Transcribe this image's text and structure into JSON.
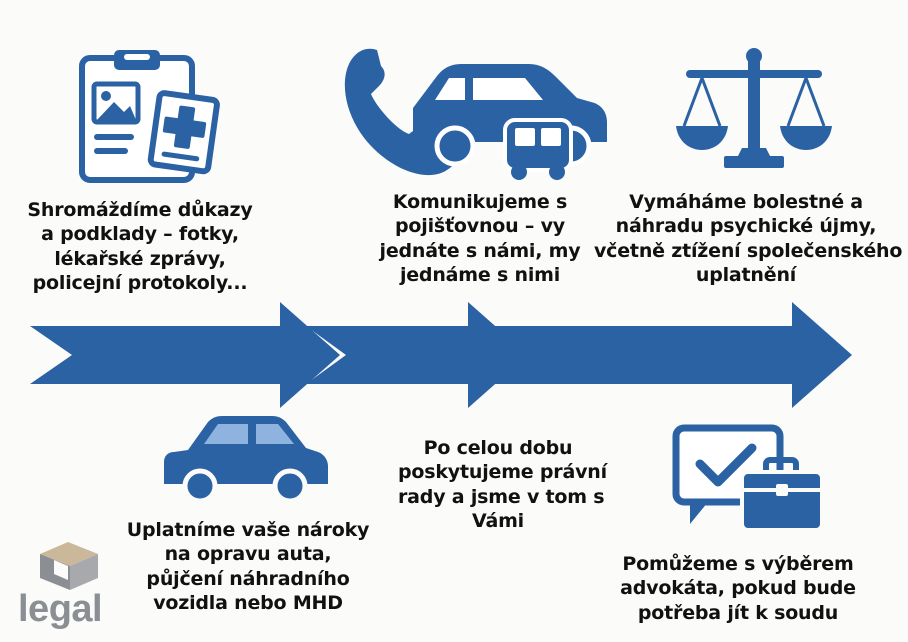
{
  "colors": {
    "primary_blue": "#2b62a4",
    "light_blue": "#5f8fc8",
    "logo_gray": "#8b8f93",
    "logo_tan": "#c8b69a"
  },
  "steps": {
    "evidence": {
      "icon": "clipboard-medical-icon",
      "lines": [
        "Shromáždíme důkazy",
        "a podklady – fotky,",
        "lékařské zprávy,",
        "policejní protokoly..."
      ]
    },
    "insurance": {
      "icon": "phone-car-icon",
      "lines": [
        "Komunikujeme s",
        "pojišťovnou – vy",
        "jednáte s námi, my",
        "jednáme s nimi"
      ]
    },
    "compensation": {
      "icon": "scales-icon",
      "lines": [
        "Vymáháme bolestné a",
        "náhradu psychické újmy,",
        "včetně ztížení společenského",
        "uplatnění"
      ]
    },
    "claims": {
      "icon": "car-icon",
      "lines": [
        "Uplatníme vaše nároky",
        "na opravu auta,",
        "půjčení náhradního",
        "vozidla nebo MHD"
      ]
    },
    "advice": {
      "lines": [
        "Po celou dobu",
        "poskytujeme právní",
        "rady a jsme v tom s",
        "Vámi"
      ]
    },
    "lawyer": {
      "icon": "chat-briefcase-icon",
      "lines": [
        "Pomůžeme s výběrem",
        "advokáta, pokud bude",
        "potřeba jít k soudu"
      ]
    }
  },
  "logo": {
    "text": "legal"
  }
}
